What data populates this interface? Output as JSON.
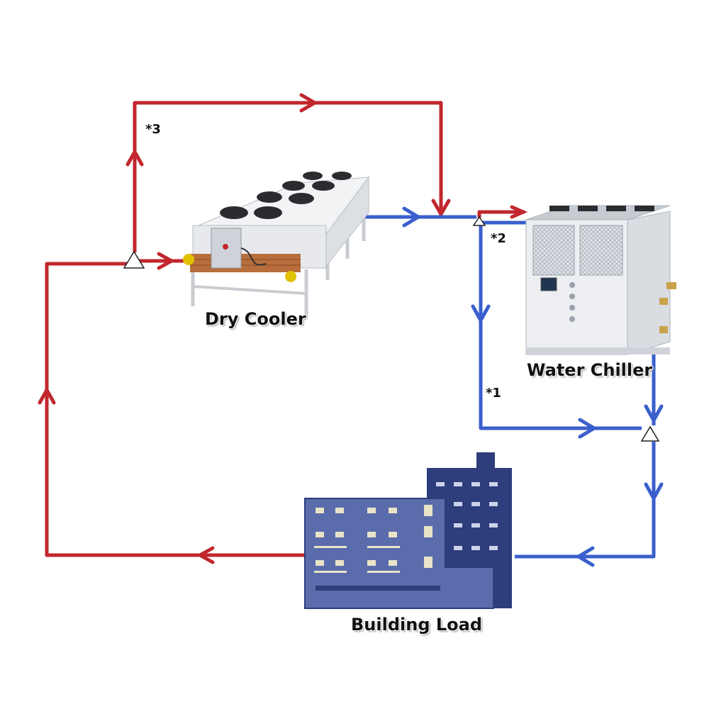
{
  "colors": {
    "hot": "#c1272d",
    "cold": "#3a5fcd",
    "building_dark": "#2e3d7c",
    "building_light": "#5a6cab",
    "equipment": "#e9ebee"
  },
  "components": {
    "dry_cooler": {
      "label": "Dry Cooler"
    },
    "water_chiller": {
      "label": "Water Chiller"
    },
    "building_load": {
      "label": "Building Load"
    }
  },
  "markers": {
    "m1": "*1",
    "m2": "*2",
    "m3": "*3"
  }
}
